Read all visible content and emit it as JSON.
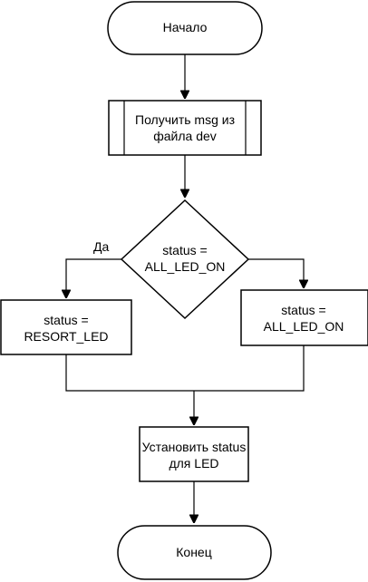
{
  "flowchart": {
    "start": {
      "label": "Начало"
    },
    "get_msg": {
      "line1": "Получить msg из",
      "line2": "файла dev"
    },
    "decision": {
      "line1": "status =",
      "line2": "ALL_LED_ON",
      "yes_label": "Да"
    },
    "left_branch": {
      "line1": "status =",
      "line2": "RESORT_LED"
    },
    "right_branch": {
      "line1": "status  =",
      "line2": "ALL_LED_ON"
    },
    "set_status": {
      "line1": "Установить status",
      "line2": "для LED"
    },
    "end": {
      "label": "Конец"
    }
  }
}
